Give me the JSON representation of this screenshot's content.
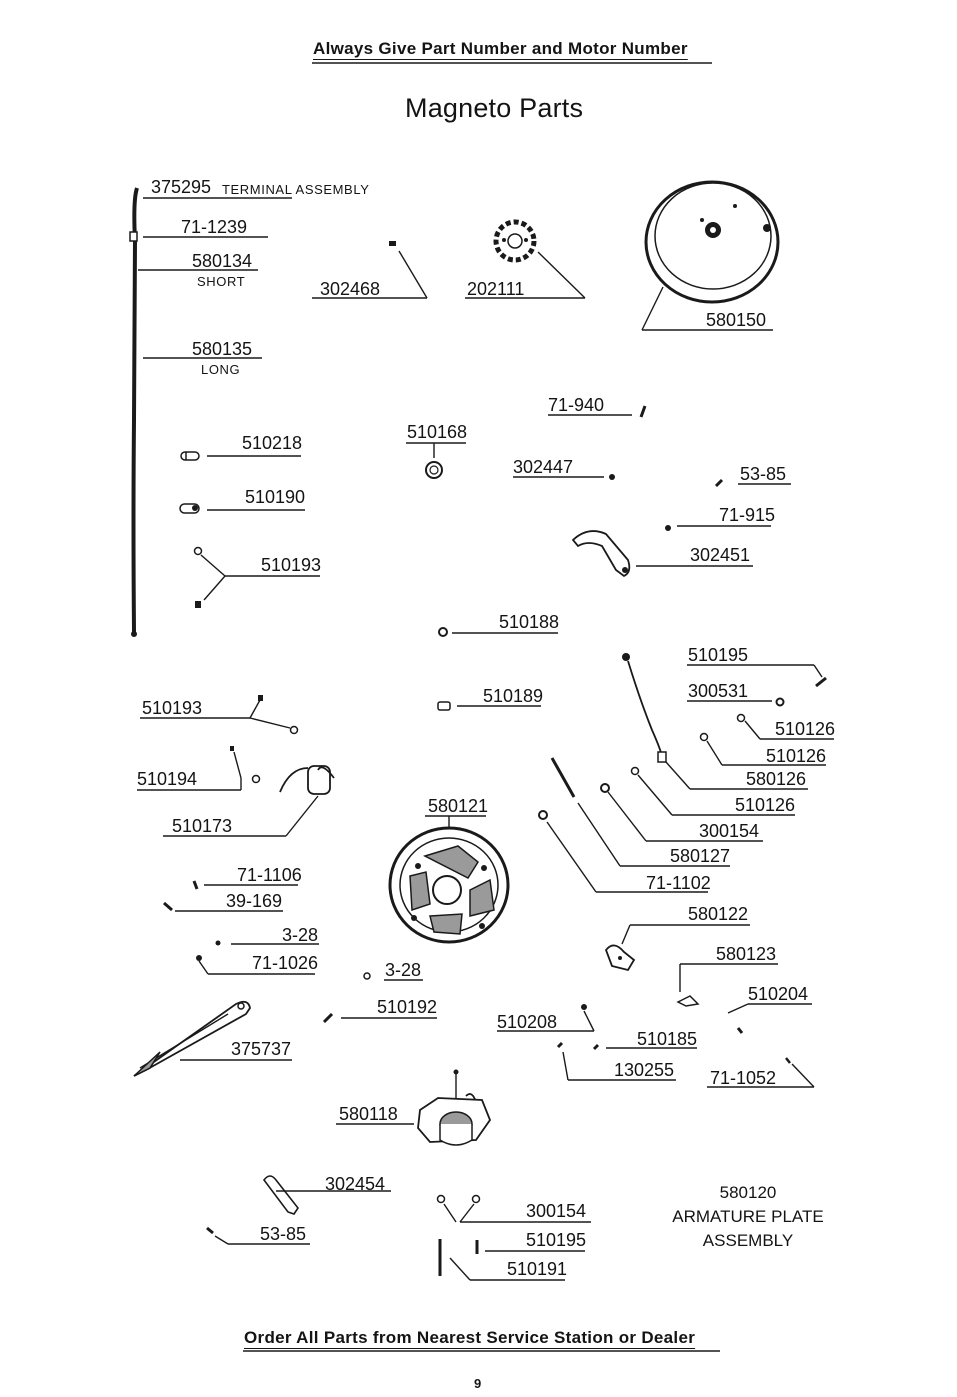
{
  "header": {
    "top_note": "Always Give Part Number and Motor Number"
  },
  "title": "Magneto Parts",
  "parts": {
    "p375295": "375295",
    "terminal_assembly": "TERMINAL ASSEMBLY",
    "p71_1239": "71-1239",
    "p580134": "580134",
    "short": "SHORT",
    "p580135": "580135",
    "long": "LONG",
    "p302468": "302468",
    "p202111": "202111",
    "p580150": "580150",
    "p71_940": "71-940",
    "p510168": "510168",
    "p302447": "302447",
    "p53_85_top": "53-85",
    "p510218": "510218",
    "p510190": "510190",
    "p71_915": "71-915",
    "p302451": "302451",
    "p510193_top": "510193",
    "p510188": "510188",
    "p510195_top": "510195",
    "p300531": "300531",
    "p510126_a": "510126",
    "p510126_b": "510126",
    "p580126": "580126",
    "p510126_c": "510126",
    "p510189": "510189",
    "p510193_mid": "510193",
    "p510194": "510194",
    "p580121": "580121",
    "p300154_mid": "300154",
    "p580127": "580127",
    "p510173": "510173",
    "p71_1102": "71-1102",
    "p71_1106": "71-1106",
    "p39_169": "39-169",
    "p580122": "580122",
    "p3_28_a": "3-28",
    "p71_1026": "71-1026",
    "p3_28_b": "3-28",
    "p580123": "580123",
    "p510204": "510204",
    "p510192": "510192",
    "p510208": "510208",
    "p510185": "510185",
    "p375737": "375737",
    "p130255": "130255",
    "p71_1052": "71-1052",
    "p580118": "580118",
    "p302454": "302454",
    "p300154_bot": "300154",
    "p53_85_bot": "53-85",
    "p510195_bot": "510195",
    "p510191": "510191"
  },
  "assembly_note": "580120\nARMATURE PLATE\nASSEMBLY",
  "footer": {
    "bottom_note": "Order All Parts from Nearest Service Station or Dealer",
    "page_number": "9"
  }
}
